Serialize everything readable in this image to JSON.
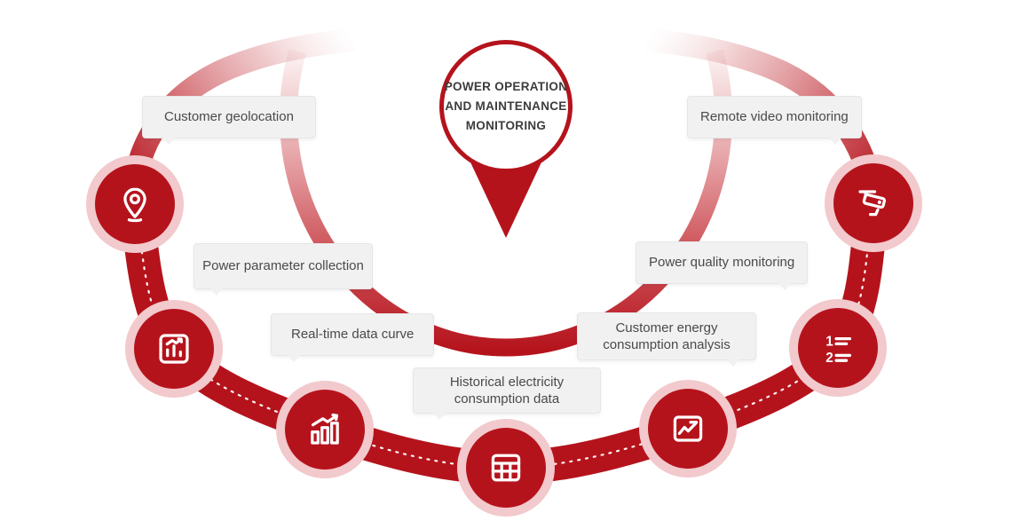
{
  "colors": {
    "accent_red": "#b5131c",
    "halo_pink": "#f2c9cc",
    "label_bg": "#f1f1f2",
    "label_text": "#4a4a4a",
    "title_text": "#3c3c3c"
  },
  "center": {
    "title": "POWER OPERATION\nAND MAINTENANCE\nMONITORING"
  },
  "labels": [
    {
      "id": "customer-geolocation",
      "text": "Customer geolocation"
    },
    {
      "id": "remote-video-monitoring",
      "text": "Remote video monitoring"
    },
    {
      "id": "power-parameter-collection",
      "text": "Power parameter collection"
    },
    {
      "id": "power-quality-monitoring",
      "text": "Power quality monitoring"
    },
    {
      "id": "real-time-data-curve",
      "text": "Real-time data curve"
    },
    {
      "id": "customer-energy-consumption-analysis",
      "text": "Customer energy consumption analysis"
    },
    {
      "id": "historical-electricity-consumption-data",
      "text": "Historical electricity consumption data"
    }
  ],
  "nodes": [
    {
      "id": "customer-geolocation",
      "icon": "location-pin-icon"
    },
    {
      "id": "power-parameter-collection",
      "icon": "report-chart-icon"
    },
    {
      "id": "real-time-data-curve",
      "icon": "bar-chart-growth-icon"
    },
    {
      "id": "historical-electricity-consumption-data",
      "icon": "data-table-icon"
    },
    {
      "id": "customer-energy-consumption-analysis",
      "icon": "trend-panel-icon"
    },
    {
      "id": "power-quality-monitoring",
      "icon": "numbered-list-icon",
      "digits": [
        "1",
        "2"
      ]
    },
    {
      "id": "remote-video-monitoring",
      "icon": "cctv-camera-icon"
    }
  ]
}
